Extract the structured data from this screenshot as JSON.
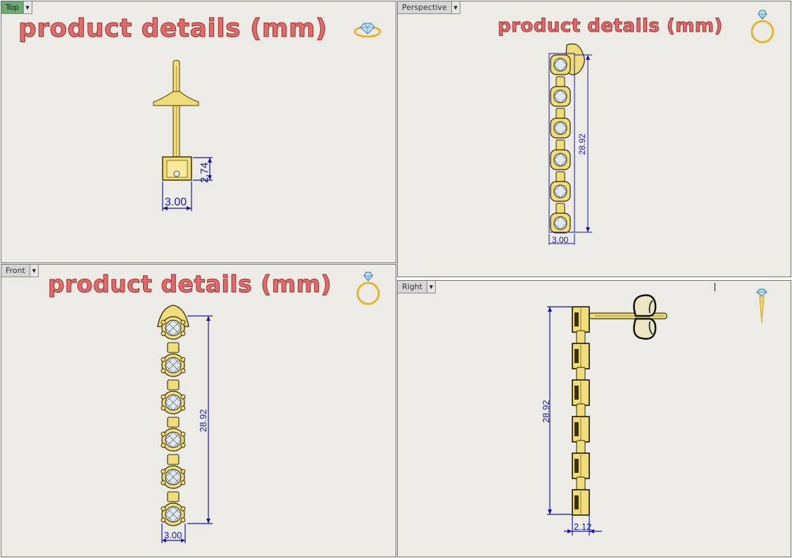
{
  "viewports": {
    "top": {
      "label": "Top",
      "headline": "product details (mm)",
      "dimensions": {
        "width": "3.00",
        "height": "2.74"
      }
    },
    "perspective": {
      "label": "Perspective",
      "headline": "product details (mm)",
      "dimensions": {
        "length": "28.92",
        "width": "3.00"
      }
    },
    "front": {
      "label": "Front",
      "headline": "product details (mm)",
      "dimensions": {
        "length": "28.92",
        "width": "3.00"
      }
    },
    "right": {
      "label": "Right",
      "headline": "",
      "dimensions": {
        "length": "28.92",
        "depth": "2.12"
      }
    }
  },
  "colors": {
    "gold": "#f0dc7a",
    "gold_outline": "#6b5a10",
    "dimension": "#1616a8",
    "headline": "#df6b6b",
    "active_tab": "#6fa874",
    "background": "#ecebe6"
  },
  "icons": [
    "ring-icon",
    "diamond-icon",
    "earring-icon"
  ]
}
